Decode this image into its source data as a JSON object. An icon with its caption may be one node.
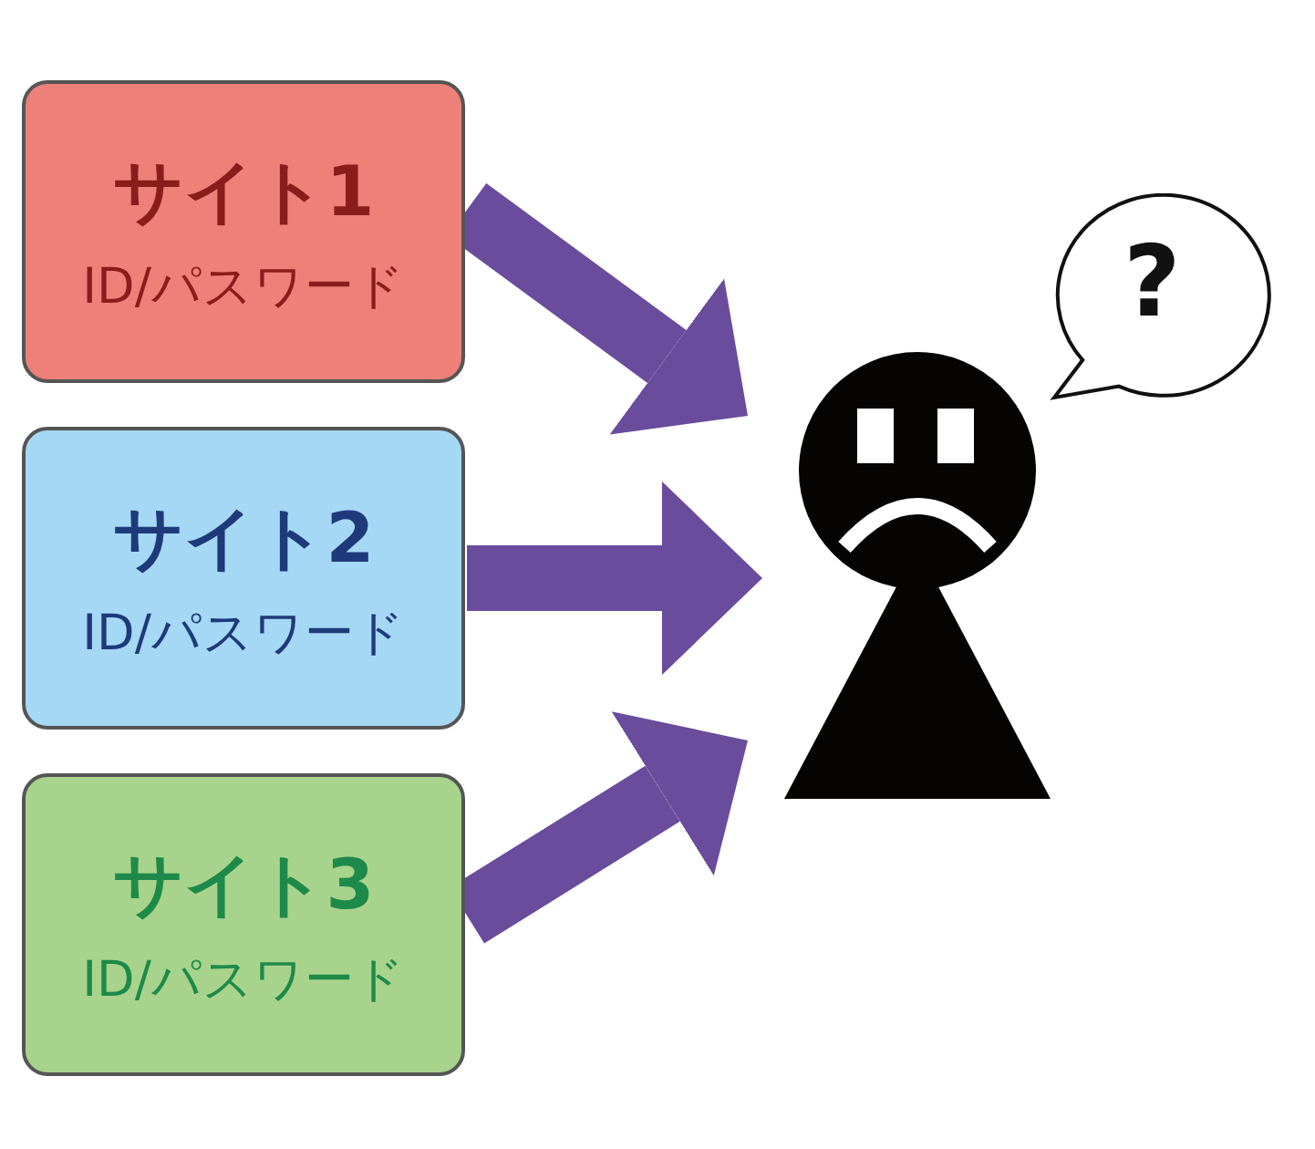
{
  "diagram": {
    "nodes": [
      {
        "text": [
          "サイト1",
          "ID/パスワード"
        ]
      },
      {
        "text": [
          "サイト2",
          "ID/パスワード"
        ]
      },
      {
        "text": [
          "サイト3",
          "ID/パスワード"
        ]
      },
      {
        "text": [],
        "shape": "person"
      },
      {
        "text": [
          "?"
        ]
      }
    ],
    "edges": [
      {
        "from": 0,
        "to": 3,
        "arrow": "to"
      },
      {
        "from": 1,
        "to": 3,
        "arrow": "to"
      },
      {
        "from": 2,
        "to": 3,
        "arrow": "to"
      }
    ]
  }
}
